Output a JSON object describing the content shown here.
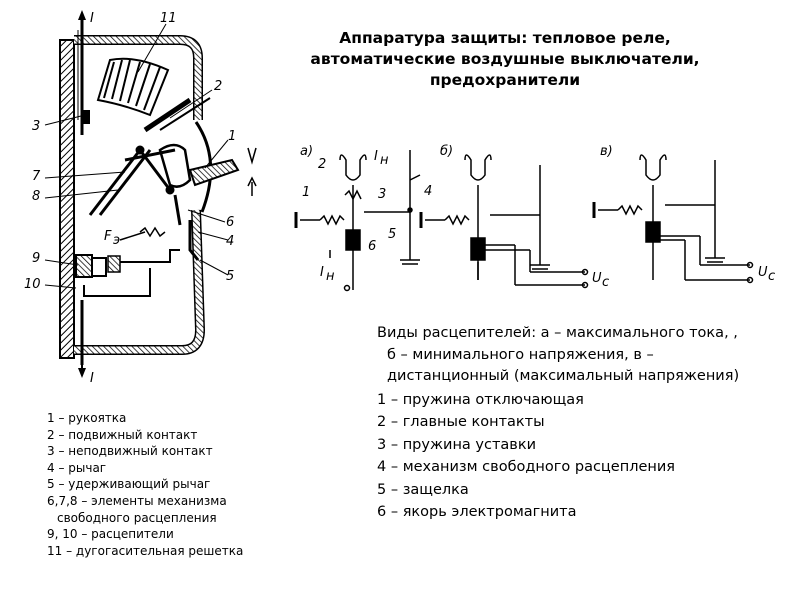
{
  "title": {
    "line1": "Аппаратура защиты: тепловое реле,",
    "line2": "автоматические воздушные выключатели,",
    "line3": "предохранители"
  },
  "figure_left": {
    "labels": {
      "I_top": "I",
      "I_bottom": "I",
      "n11": "11",
      "n2": "2",
      "n3": "3",
      "n1": "1",
      "n7": "7",
      "n8": "8",
      "n6": "6",
      "n4": "4",
      "n5": "5",
      "n9": "9",
      "n10": "10",
      "F": "F",
      "F_sub": "э"
    }
  },
  "figure_right": {
    "panels": [
      {
        "tag": "а)"
      },
      {
        "tag": "б)"
      },
      {
        "tag": "в)"
      }
    ],
    "labels": {
      "a_2": "2",
      "a_1": "1",
      "a_3": "3",
      "a_4": "4",
      "a_5": "5",
      "a_6": "6",
      "a_In": "I",
      "a_In_sub": "н",
      "a_Iн_bottom": "I",
      "a_Iн_bottom_sub": "н",
      "b_Uc": "U",
      "b_Uc_sub": "c",
      "v_Uc": "U",
      "v_Uc_sub": "c"
    }
  },
  "legend_left": {
    "items": [
      "1 – рукоятка",
      "2 – подвижный контакт",
      "3 – неподвижный контакт",
      "4 – рычаг",
      "5 – удерживающий рычаг",
      "6,7,8 – элементы механизма",
      "свободного расцепления",
      "9, 10 –  расцепители",
      "11 – дугогасительная решетка"
    ]
  },
  "legend_right": {
    "intro_line1": "Виды расцепителей: а – максимального тока, ,",
    "intro_line2": "б – минимального напряжения, в –",
    "intro_line3": "дистанционный (максимальный напряжения)",
    "items": [
      "1 – пружина отключающая",
      "2 – главные контакты",
      "3 – пружина уставки",
      "4 – механизм свободного расцепления",
      "5 – защелка",
      "6 – якорь электромагнита"
    ]
  }
}
